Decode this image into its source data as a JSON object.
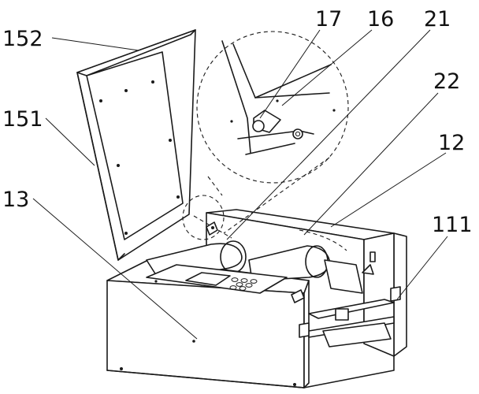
{
  "labels": {
    "l152": "152",
    "l151": "151",
    "l13": "13",
    "l17": "17",
    "l16": "16",
    "l21": "21",
    "l22": "22",
    "l12": "12",
    "l111": "111"
  }
}
